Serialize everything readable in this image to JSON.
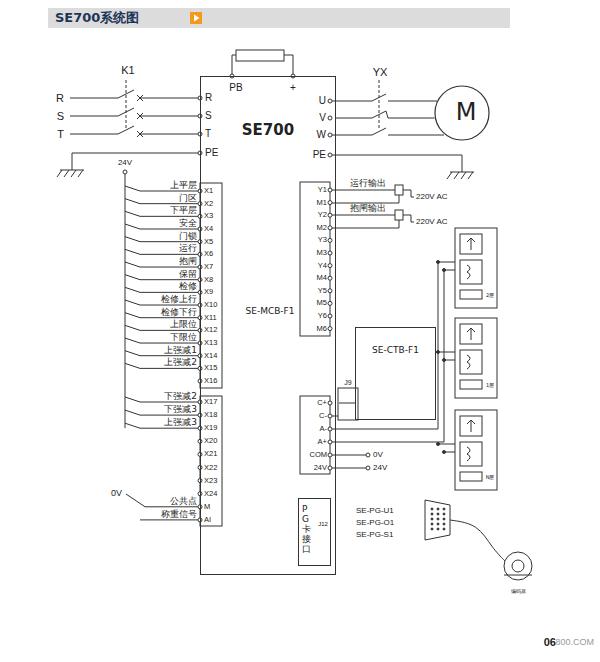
{
  "diagram": {
    "title": "SE700系统图",
    "nodes": [
      {
        "text": [
          "SE700"
        ]
      },
      {
        "text": [
          "SE-MCB-F1"
        ],
        "in": 0
      },
      {
        "text": [
          "PG卡接口"
        ],
        "in": 1
      },
      {
        "text": [
          "M"
        ]
      },
      {
        "text": [
          "SE-CTB-F1"
        ]
      }
    ],
    "edges": [
      {
        "from": 0,
        "to": 3,
        "arrow": "none"
      },
      {
        "from": 1,
        "to": 4,
        "arrow": "none"
      }
    ],
    "labels": [
      "R",
      "S",
      "T",
      "K1",
      "R",
      "S",
      "T",
      "PE",
      "PB",
      "+",
      "U",
      "V",
      "W",
      "PE",
      "YX",
      "24V",
      "X1",
      "X2",
      "X3",
      "X4",
      "X5",
      "X6",
      "X7",
      "X8",
      "X9",
      "X10",
      "X11",
      "X12",
      "X13",
      "X14",
      "X15",
      "X16",
      "上平层",
      "门区",
      "下平层",
      "安全",
      "门锁",
      "运行",
      "抱闸",
      "保留",
      "检修",
      "检修上行",
      "检修下行",
      "上限位",
      "下限位",
      "上强减1",
      "上强减2",
      "X17",
      "X18",
      "X19",
      "X20",
      "X21",
      "X22",
      "X23",
      "X24",
      "M",
      "AI",
      "下强减2",
      "下强减3",
      "上强减3",
      "0V",
      "公共点",
      "称重信号",
      "Y1",
      "M1",
      "Y2",
      "M2",
      "Y3",
      "M3",
      "Y4",
      "M4",
      "Y5",
      "M5",
      "Y6",
      "M6",
      "运行输出",
      "220V AC",
      "抱闸输出",
      "220V AC",
      "C+",
      "C-",
      "A-",
      "A+",
      "COM",
      "24V",
      "J9",
      "0V",
      "24V",
      "J12",
      "SE-PG-U1",
      "SE-PG-O1",
      "SE-PG-S1",
      "2层",
      "1层",
      "N层",
      "编码器",
      "06",
      "800.COM"
    ]
  }
}
